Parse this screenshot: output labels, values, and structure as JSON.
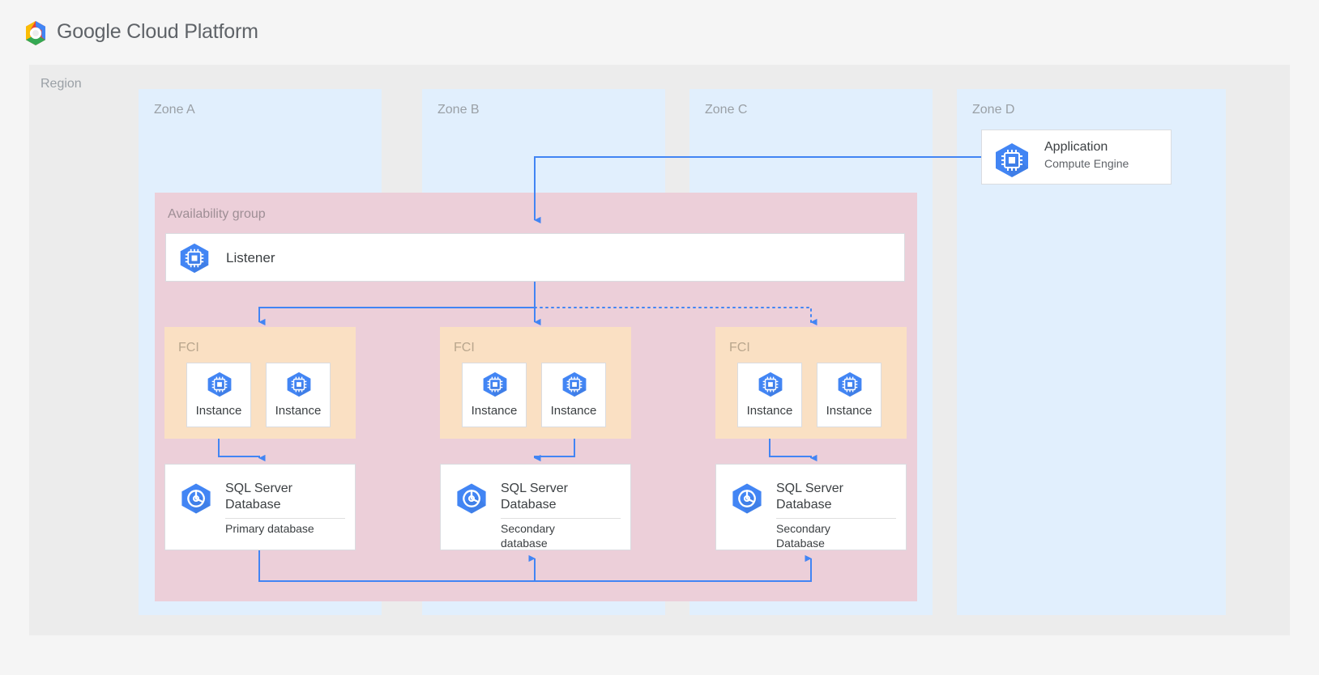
{
  "header": {
    "brand": "Google Cloud Platform",
    "logo_icon": "google-cloud-hexagon-logo"
  },
  "region": {
    "label": "Region"
  },
  "zones": [
    {
      "id": "a",
      "label": "Zone A"
    },
    {
      "id": "b",
      "label": "Zone B"
    },
    {
      "id": "c",
      "label": "Zone C"
    },
    {
      "id": "d",
      "label": "Zone D"
    }
  ],
  "application": {
    "title": "Application",
    "subtitle": "Compute Engine",
    "icon": "compute-engine-icon"
  },
  "availability_group": {
    "label": "Availability group",
    "listener": {
      "title": "Listener",
      "icon": "compute-engine-icon"
    }
  },
  "fci_groups": [
    {
      "zone": "a",
      "label": "FCI",
      "instances": [
        {
          "label": "Instance",
          "icon": "compute-engine-icon"
        },
        {
          "label": "Instance",
          "icon": "compute-engine-icon"
        }
      ]
    },
    {
      "zone": "b",
      "label": "FCI",
      "instances": [
        {
          "label": "Instance",
          "icon": "compute-engine-icon"
        },
        {
          "label": "Instance",
          "icon": "compute-engine-icon"
        }
      ]
    },
    {
      "zone": "c",
      "label": "FCI",
      "instances": [
        {
          "label": "Instance",
          "icon": "compute-engine-icon"
        },
        {
          "label": "Instance",
          "icon": "compute-engine-icon"
        }
      ]
    }
  ],
  "databases": [
    {
      "zone": "a",
      "title": "SQL Server\nDatabase",
      "subtitle": "Primary database",
      "icon": "sql-server-database-icon"
    },
    {
      "zone": "b",
      "title": "SQL Server\nDatabase",
      "subtitle": "Secondary\ndatabase",
      "icon": "sql-server-database-icon"
    },
    {
      "zone": "c",
      "title": "SQL Server\nDatabase",
      "subtitle": "Secondary\nDatabase",
      "icon": "sql-server-database-icon"
    }
  ],
  "colors": {
    "page_background": "#f5f5f5",
    "region_background": "#ececec",
    "zone_background": "#e1effd",
    "availability_group_background": "#eccfd9",
    "fci_background": "#fae0c3",
    "card_background": "#ffffff",
    "connector": "#4285f4",
    "icon_blue": "#4285f4",
    "label_gray": "#9aa0a6",
    "text_primary": "#3c4043"
  }
}
